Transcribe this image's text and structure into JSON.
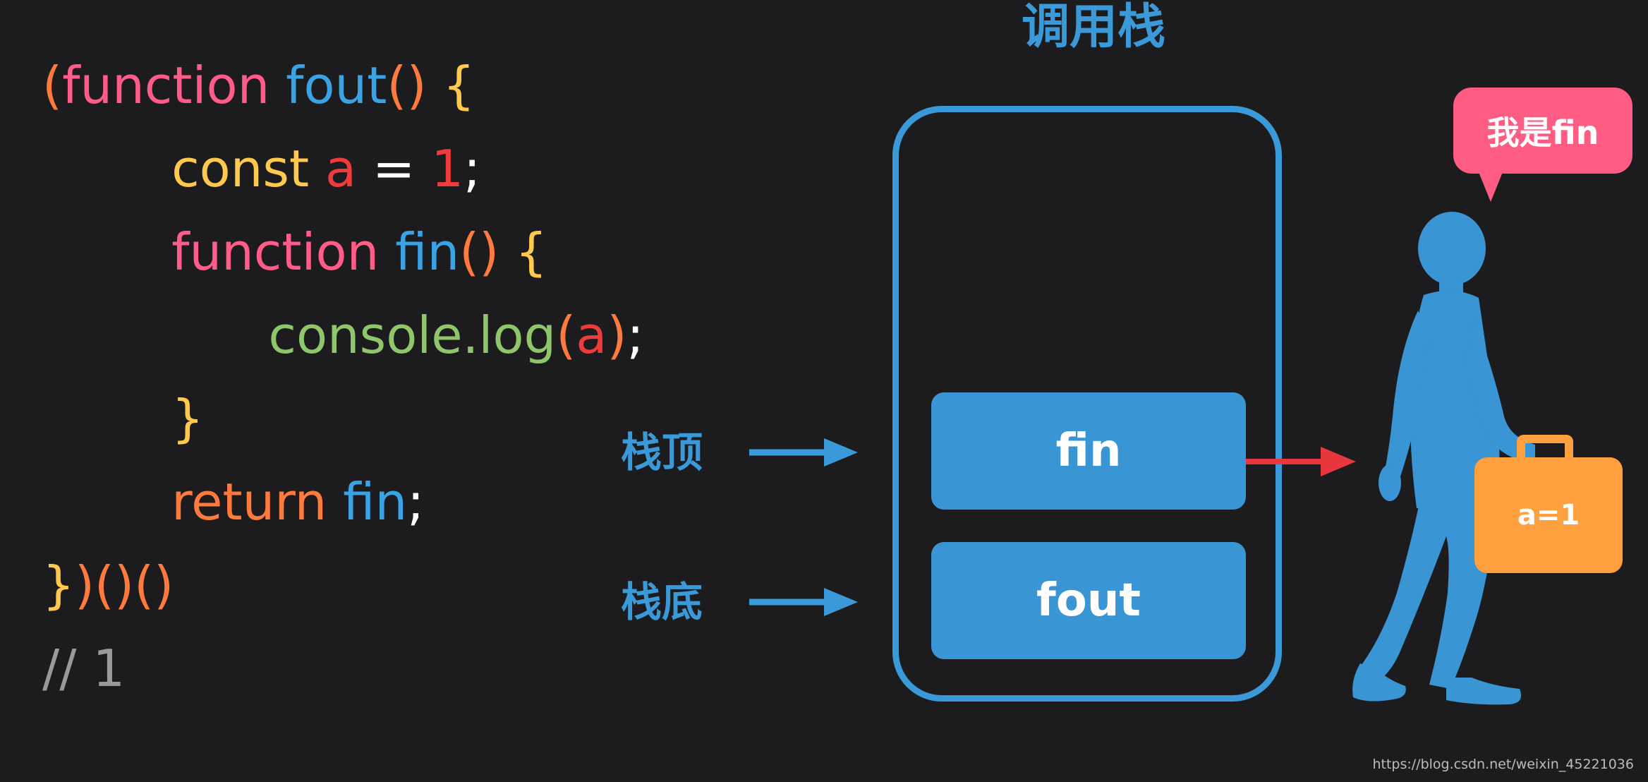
{
  "code": {
    "lines": [
      [
        {
          "t": "(",
          "c": "#ff7a3d"
        },
        {
          "t": "function ",
          "c": "#ff5c8a"
        },
        {
          "t": "fout",
          "c": "#3aa3e6"
        },
        {
          "t": "()",
          "c": "#ff7a3d"
        },
        {
          "t": " {",
          "c": "#ffc94d"
        }
      ],
      [
        {
          "t": "        const ",
          "c": "#ffc94d"
        },
        {
          "t": "a",
          "c": "#ef3b3b"
        },
        {
          "t": " = ",
          "c": "#ffffff"
        },
        {
          "t": "1",
          "c": "#ef3b3b"
        },
        {
          "t": ";",
          "c": "#ffffff"
        }
      ],
      [
        {
          "t": "        function ",
          "c": "#ff5c8a"
        },
        {
          "t": "fin",
          "c": "#3aa3e6"
        },
        {
          "t": "()",
          "c": "#ff7a3d"
        },
        {
          "t": " {",
          "c": "#ffc94d"
        }
      ],
      [
        {
          "t": "              console.log",
          "c": "#8fc66b"
        },
        {
          "t": "(",
          "c": "#ff7a3d"
        },
        {
          "t": "a",
          "c": "#ef3b3b"
        },
        {
          "t": ")",
          "c": "#ff7a3d"
        },
        {
          "t": ";",
          "c": "#ffffff"
        }
      ],
      [
        {
          "t": "        }",
          "c": "#ffc94d"
        }
      ],
      [
        {
          "t": "        return ",
          "c": "#ff7a3d"
        },
        {
          "t": "fin",
          "c": "#3aa3e6"
        },
        {
          "t": ";",
          "c": "#ffffff"
        }
      ],
      [
        {
          "t": "}",
          "c": "#ffc94d"
        },
        {
          "t": ")",
          "c": "#ff7a3d"
        },
        {
          "t": "()",
          "c": "#ff7a3d"
        },
        {
          "t": "()",
          "c": "#ff7a3d"
        }
      ],
      [
        {
          "t": "// 1",
          "c": "#9a9a9a"
        }
      ]
    ]
  },
  "stack": {
    "title": "调用栈",
    "top_frame": "fin",
    "bottom_frame": "fout",
    "top_label": "栈顶",
    "bottom_label": "栈底"
  },
  "bubble": {
    "text": "我是fin"
  },
  "bag": {
    "label": "a=1"
  },
  "watermark": "https://blog.csdn.net/weixin_45221036",
  "colors": {
    "background": "#1c1c1e",
    "stack_blue": "#3a9ad9",
    "frame_fill": "#3a95d4",
    "arrow_red": "#e8383d",
    "bubble_pink": "#ff5c84",
    "bag_orange": "#ff9f3e",
    "person_blue": "#3a95d4"
  }
}
